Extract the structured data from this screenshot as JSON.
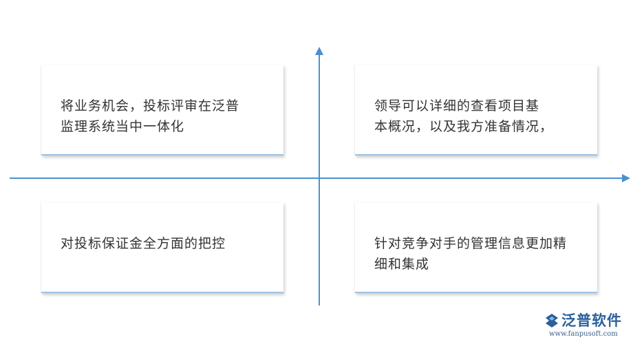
{
  "quadrants": {
    "top_left": "将业务机会，投标评审在泛普\n监理系统当中一体化",
    "top_right": "领导可以详细的查看项目基\n本概况，以及我方准备情况，",
    "bottom_left": "对投标保证金全方面的把控",
    "bottom_right": "针对竞争对手的管理信息更加精\n细和集成"
  },
  "logo": {
    "name": "泛普软件",
    "url": "www.fanpusoft.com"
  },
  "colors": {
    "axis": "#4a90d0",
    "text": "#333333",
    "logo": "#2a5f9e"
  }
}
